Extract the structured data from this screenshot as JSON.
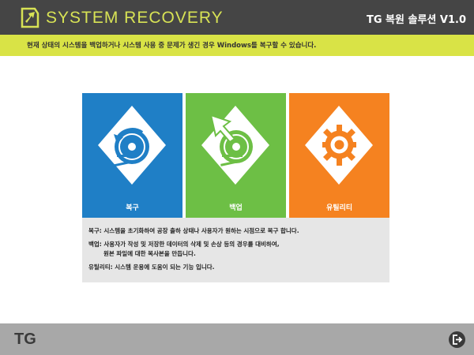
{
  "header": {
    "title": "SYSTEM RECOVERY",
    "product_name": "TG 복원 솔루션 V1.0"
  },
  "banner": {
    "text": "현재 상태의 시스템을 백업하거나 시스템 사용 중 문제가 생긴 경우 Windows를 복구할 수 있습니다."
  },
  "tiles": [
    {
      "label": "복구",
      "color": "#1f7fc6",
      "icon": "disk-restore-icon"
    },
    {
      "label": "백업",
      "color": "#6dbf45",
      "icon": "disk-backup-icon"
    },
    {
      "label": "유틸리티",
      "color": "#f58220",
      "icon": "gear-icon"
    }
  ],
  "descriptions": [
    "복구: 시스템을 초기화하여 공장 출하 상태나 사용자가 원하는 시점으로 복구 합니다.",
    "백업: 사용자가 작성 및 저장한 데이터의 삭제 및 손상 등의 경우를 대비하여,",
    "원본 파일에 대한 복사본을 만듭니다.",
    "유틸리티: 시스템 운용에 도움이 되는 기능 입니다."
  ],
  "footer": {
    "logo": "TG",
    "exit_icon": "exit-icon"
  },
  "colors": {
    "header_bg": "#454545",
    "title_accent": "#d7e255",
    "banner_bg": "#d9e346",
    "footer_bg": "#a8a8a8"
  }
}
